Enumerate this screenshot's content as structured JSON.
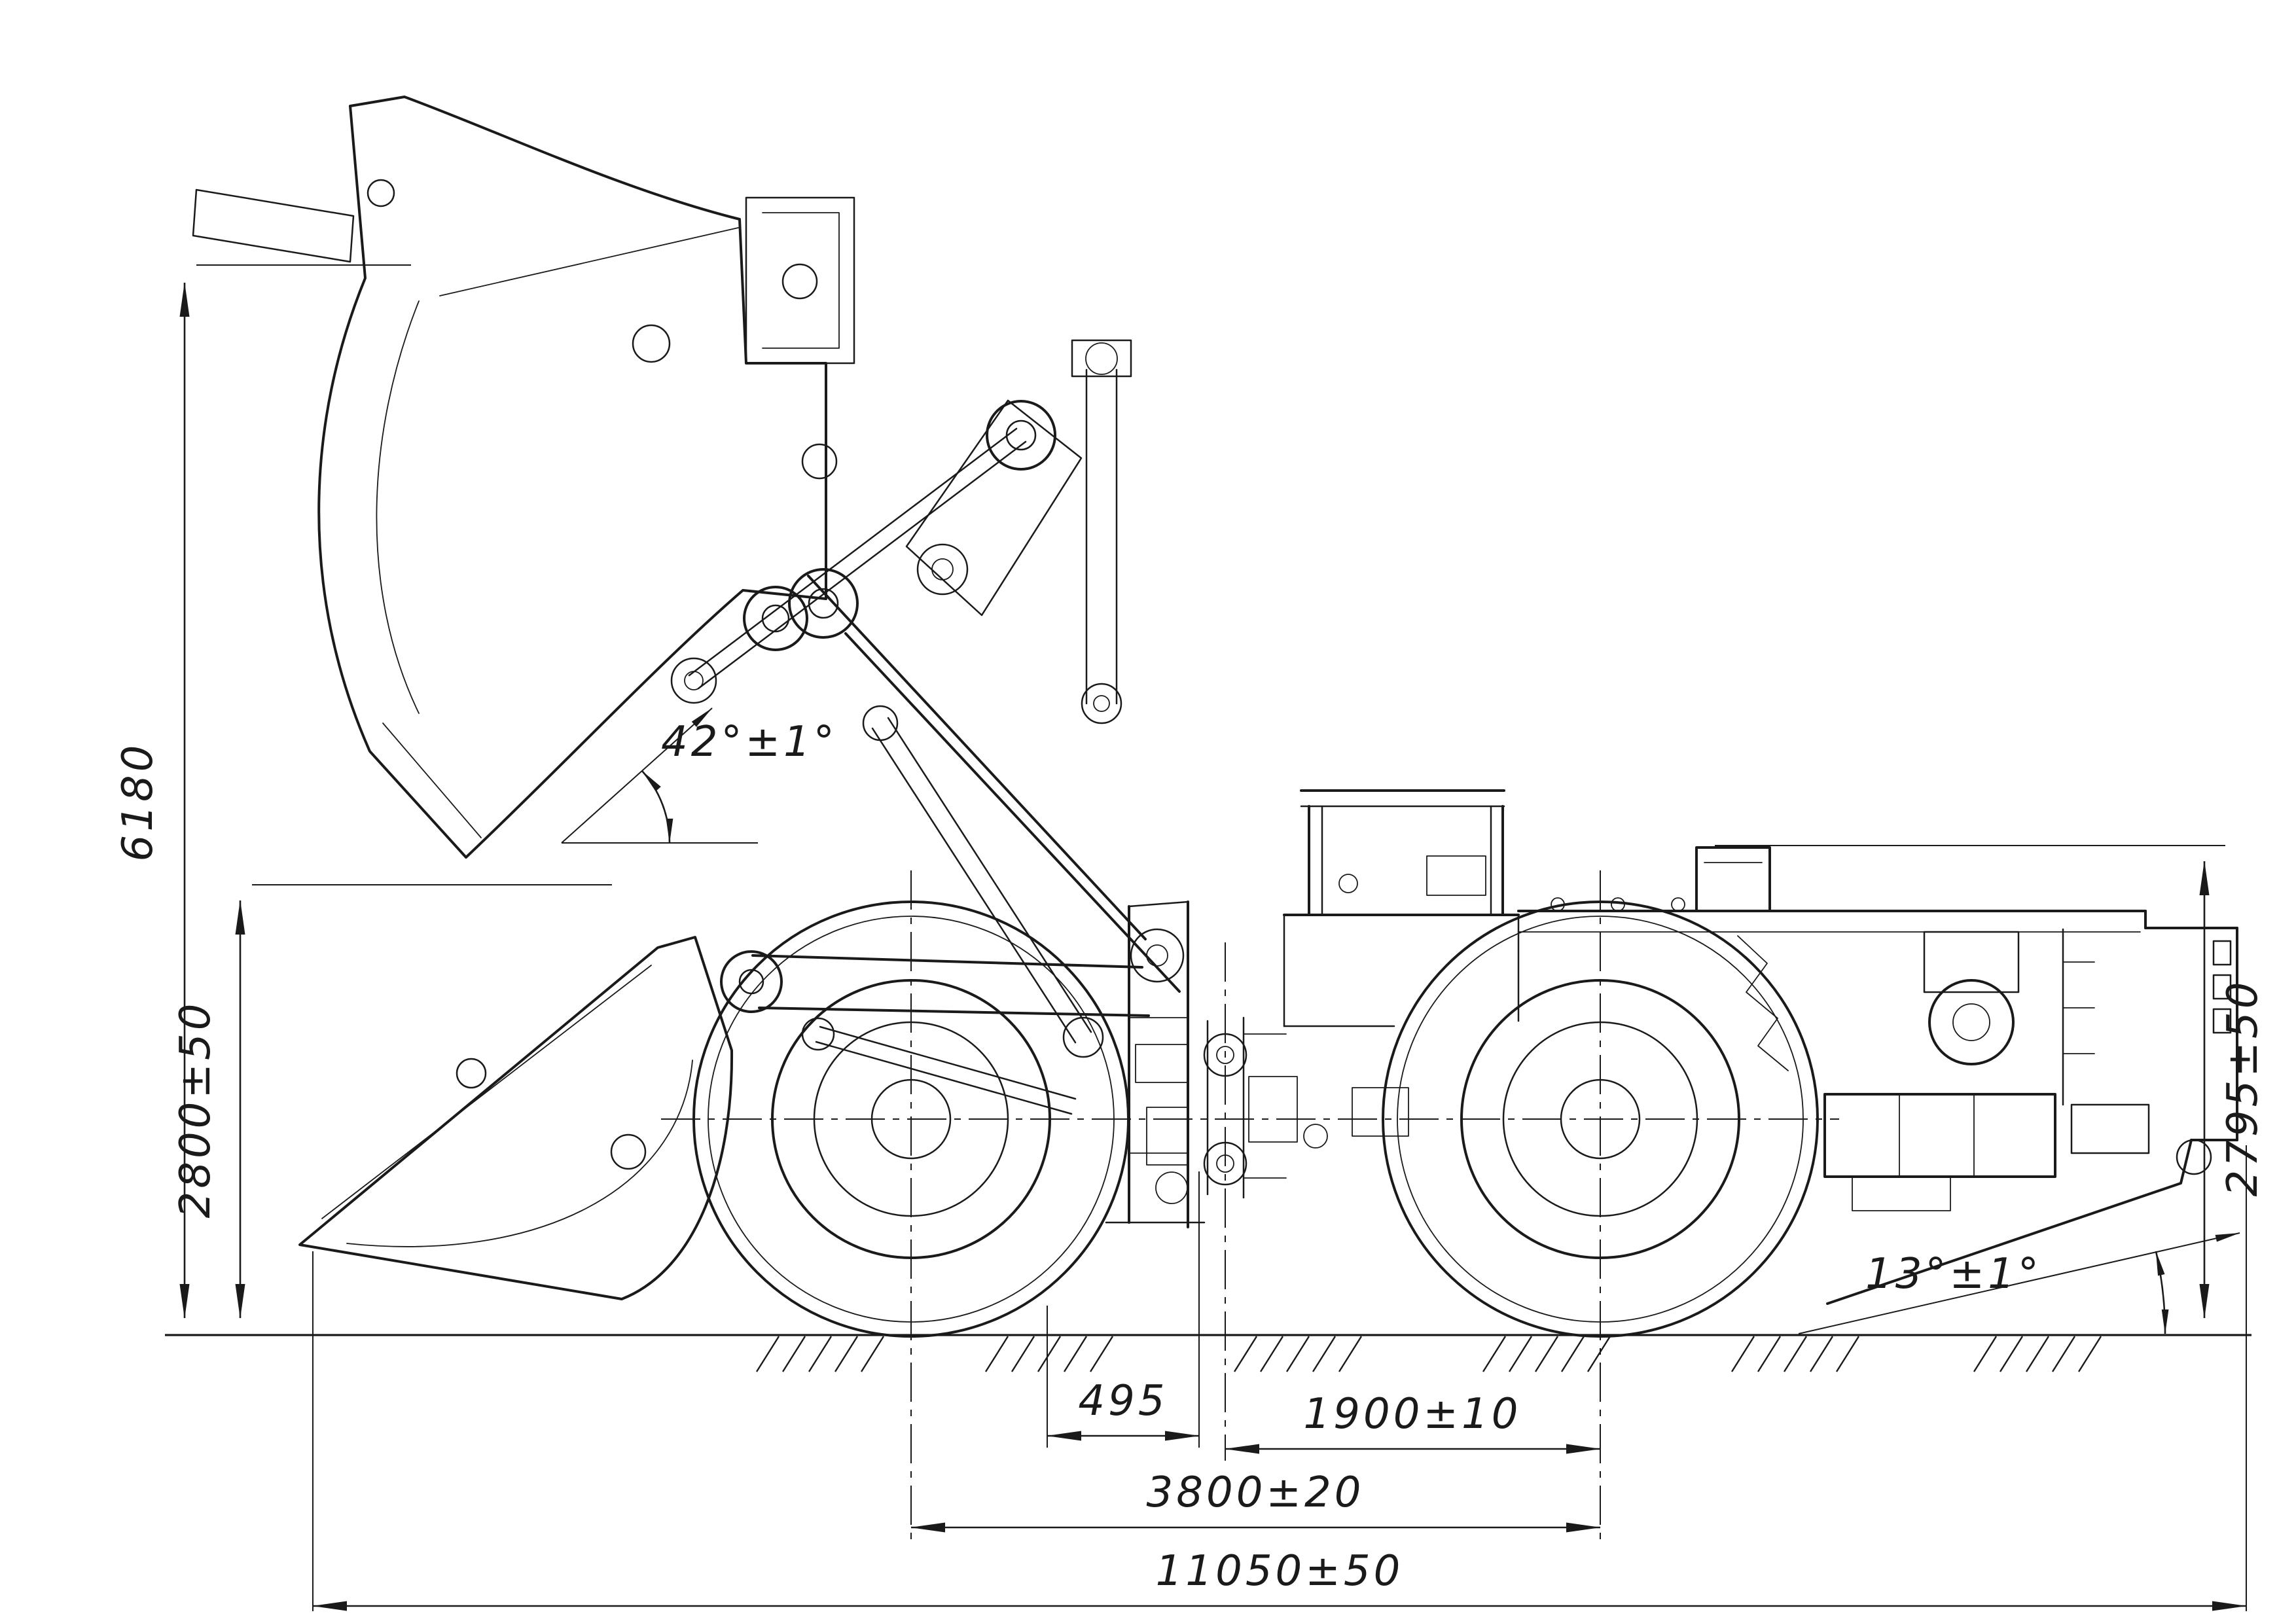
{
  "drawing_title": "underground-loader-dimension-drawing",
  "dimensions": {
    "overall_height": "6180",
    "bucket_height": "2800±50",
    "rear_height": "2795±50",
    "dump_angle": "42°±1°",
    "departure_angle": "13°±1°",
    "pin_offset": "495",
    "hinge_to_rear_axle": "1900±10",
    "wheelbase": "3800±20",
    "overall_length": "11050±50"
  },
  "colors": {
    "ink": "#1a1a1a",
    "background": "#ffffff"
  }
}
